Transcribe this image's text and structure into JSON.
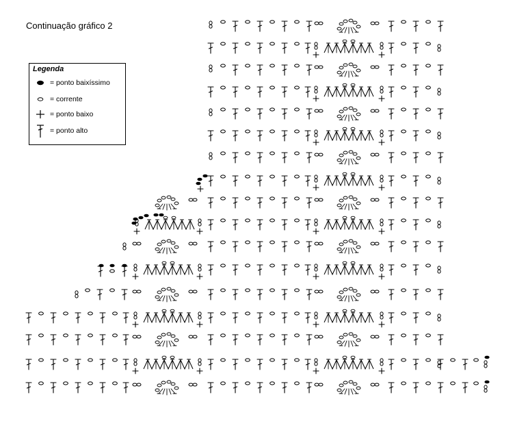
{
  "title": "Continuação gráfico 2",
  "legend": {
    "title": "Legenda",
    "items": [
      {
        "symbol": "ponto-baixissimo-icon",
        "label": "= ponto baixíssimo"
      },
      {
        "symbol": "corrente-icon",
        "label": "= corrente"
      },
      {
        "symbol": "ponto-baixo-icon",
        "label": "= ponto baixo"
      },
      {
        "symbol": "ponto-alto-icon",
        "label": "= ponto alto"
      }
    ]
  },
  "colors": {
    "ink": "#000000",
    "background": "#ffffff"
  }
}
